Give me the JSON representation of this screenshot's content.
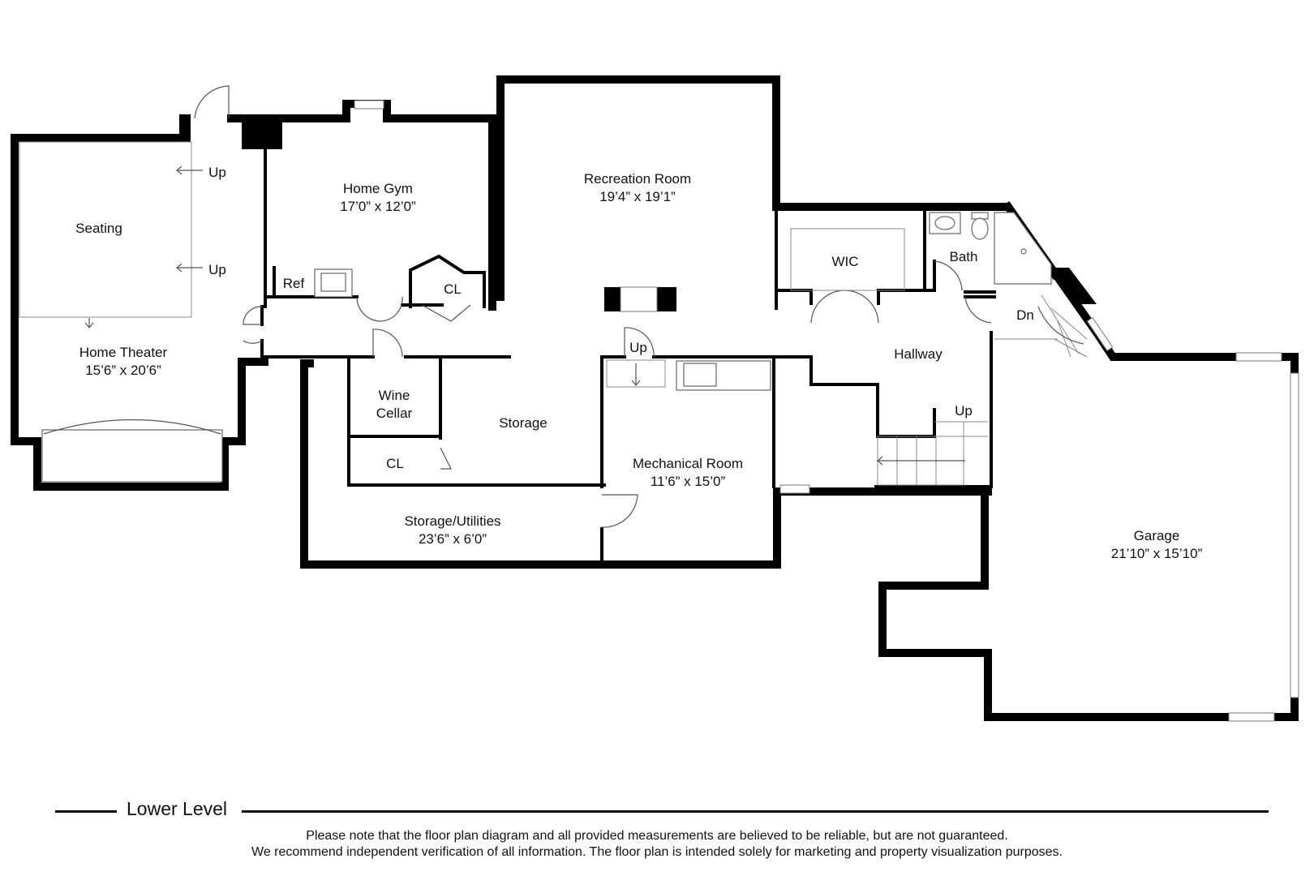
{
  "rooms": {
    "seating": "Seating",
    "home_theater": {
      "name": "Home Theater",
      "dims": "15’6” x 20’6”"
    },
    "home_gym": {
      "name": "Home Gym",
      "dims": "17’0” x 12’0”"
    },
    "recreation_room": {
      "name": "Recreation Room",
      "dims": "19’4” x 19’1”"
    },
    "wic": "WIC",
    "bath": "Bath",
    "hallway": "Hallway",
    "ref": "Ref",
    "cl_gym": "CL",
    "cl_wine": "CL",
    "wine_cellar": [
      "Wine",
      "Cellar"
    ],
    "storage": "Storage",
    "mechanical_room": {
      "name": "Mechanical Room",
      "dims": "11’6” x 15’0”"
    },
    "storage_utilities": {
      "name": "Storage/Utilities",
      "dims": "23’6” x 6’0”"
    },
    "garage": {
      "name": "Garage",
      "dims": "21’10” x 15’10”"
    }
  },
  "stair_labels": {
    "theater_up_1": "Up",
    "theater_up_2": "Up",
    "mech_up": "Up",
    "hall_up": "Up",
    "dn": "Dn"
  },
  "footer": {
    "level": "Lower Level",
    "note_line1": "Please note that the floor plan diagram and all provided measurements are believed to be reliable, but are not guaranteed.",
    "note_line2": "We recommend independent verification of all information. The floor plan is intended solely for marketing and property visualization purposes."
  }
}
